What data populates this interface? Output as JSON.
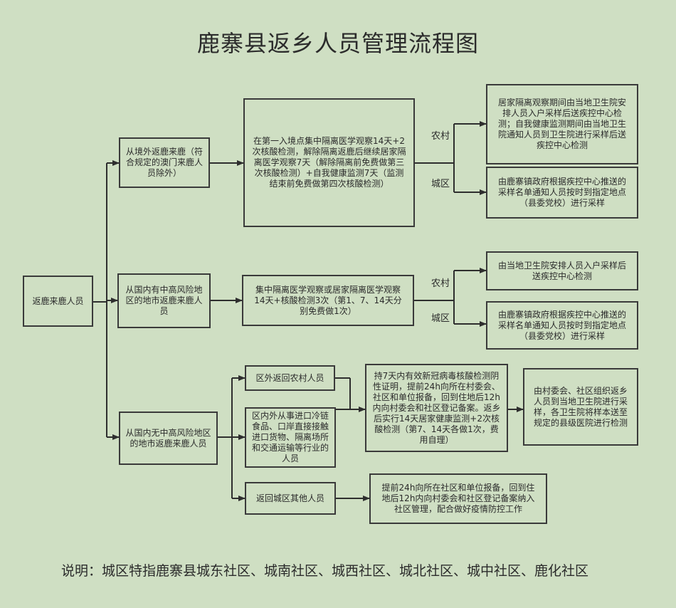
{
  "title": "鹿寨县返乡人员管理流程图",
  "root": "返鹿来鹿人员",
  "branch1": {
    "label": "从境外返鹿来鹿（符合规定的澳门来鹿人员除外）",
    "process": "在第一入境点集中隔离医学观察14天+2次核酸检测，解除隔离返鹿后继续居家隔离医学观察7天（解除隔离前免费做第三次核酸检测）+自我健康监测7天（监测结束前免费做第四次核酸检测）",
    "rural_tag": "农村",
    "urban_tag": "城区",
    "rural_result": "居家隔离观察期间由当地卫生院安排人员入户采样后送疾控中心检测；自我健康监测期间由当地卫生院通知人员到卫生院进行采样后送疾控中心检测",
    "urban_result": "由鹿寨镇政府根据疾控中心推送的采样名单通知人员按时到指定地点（县委党校）进行采样"
  },
  "branch2": {
    "label": "从国内有中高风险地区的地市返鹿来鹿人员",
    "process": "集中隔离医学观察或居家隔离医学观察14天+核酸检测3次（第1、7、14天分别免费做1次）",
    "rural_tag": "农村",
    "urban_tag": "城区",
    "rural_result": "由当地卫生院安排人员入户采样后送疾控中心检测",
    "urban_result": "由鹿寨镇政府根据疾控中心推送的采样名单通知人员按时到指定地点（县委党校）进行采样"
  },
  "branch3": {
    "label": "从国内无中高风险地区的地市返鹿来鹿人员",
    "sub_rural": "区外返回农村人员",
    "sub_cold_chain": "区内外从事进口冷链食品、口岸直接接触进口货物、隔离场所和交通运输等行业的人员",
    "sub_urban": "返回城区其他人员",
    "process_a": "持7天内有效新冠病毒核酸检测阴性证明，提前24h向所在村委会、社区和单位报备，回到住地后12h内向村委会和社区登记备案。返乡后实行14天居家健康监测+2次核酸检测（第7、14天各做1次，费用自理）",
    "result_a": "由村委会、社区组织返乡人员到当地卫生院进行采样，各卫生院将样本送至规定的县级医院进行检测",
    "process_b": "提前24h向所在社区和单位报备，回到住地后12h内向村委会和社区登记备案纳入社区管理，配合做好疫情防控工作"
  },
  "note": "说明：城区特指鹿寨县城东社区、城南社区、城西社区、城北社区、城中社区、鹿化社区"
}
